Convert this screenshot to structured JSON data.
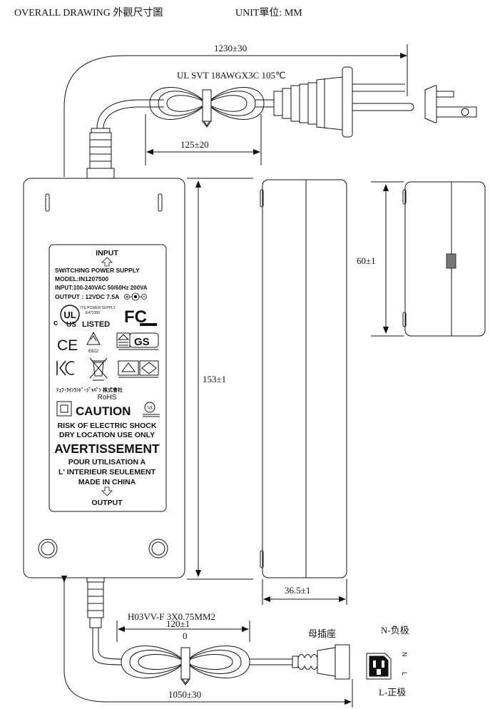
{
  "header": {
    "title": "OVERALL DRAWING 外觀尺寸圖",
    "unit": "UNIT單位: MM"
  },
  "dimensions": {
    "dc_cord_length": "1230±30",
    "dc_coil": "125±20",
    "height": "153±1",
    "width": "60±1",
    "thickness": "36.5±1",
    "ac_coil": "120±1",
    "ac_coil_extra": "0",
    "ac_cord_length": "1050±30"
  },
  "cables": {
    "dc_spec": "UL SVT 18AWGX3C 105℃",
    "ac_spec": "H03VV-F 3X0.75MM2"
  },
  "connector": {
    "socket_label": "母插座",
    "n_label": "N-负极",
    "l_label": "L-正极",
    "pin_n": "N",
    "pin_l": "L"
  },
  "label_plate": {
    "input": "INPUT",
    "product": "SWITCHING POWER SUPPLY",
    "model": "MODEL:IN1207500",
    "input_spec": "INPUT:100-240VAC 50/60Hz  200VA",
    "output_spec": "OUTPUT : 12VDC 7.5A",
    "ite_line1": "ITE POWER SUPPLY",
    "ite_line2": "E472300",
    "ul_c": "c",
    "ul_us": "US",
    "ul_listed": "LISTED",
    "ul_mark": "UL",
    "fc_mark": "FC",
    "ce_mark": "CE",
    "e822": "E822",
    "gs_mark": "GS",
    "tuv_text": "ﾃｭﾌ･ﾗｲﾝﾗﾝﾄﾞ･ｼﾞｬﾊﾟﾝ  株式會社",
    "rohs": "RoHS",
    "caution": "CAUTION",
    "risk": "RISK OF ELECTRIC SHOCK",
    "dry": "DRY LOCATION USE ONLY",
    "avert": "AVERTISSEMENT",
    "pour": "POUR UTILISATION A",
    "interieur": "L' INTERIEUR SEULEMENT",
    "made": "MADE IN CHINA",
    "output": "OUTPUT",
    "vi_mark": "VI"
  }
}
